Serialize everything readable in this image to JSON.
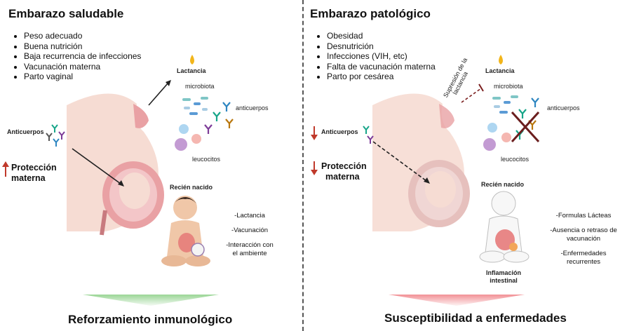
{
  "left": {
    "title": "Embarazo saludable",
    "bullets": [
      "Peso adecuado",
      "Buena nutrición",
      "Baja recurrencia de infecciones",
      "Vacunación materna",
      "Parto vaginal"
    ],
    "lactancia": "Lactancia",
    "microbiota": "microbiota",
    "anticuerpos_small": "anticuerpos",
    "leucocitos": "leucocitos",
    "anticuerpos_label": "Anticuerpos",
    "proteccion": [
      "Protección",
      "materna"
    ],
    "recien_nacido": "Recién nacido",
    "side_items": [
      "-Lactancia",
      "-Vacunación",
      "-Interacción con el ambiente"
    ],
    "footer": "Reforzamiento inmunológico"
  },
  "right": {
    "title": "Embarazo patológico",
    "bullets": [
      "Obesidad",
      "Desnutrición",
      "Infecciones (VIH, etc)",
      "Falta de vacunación materna",
      "Parto por cesárea"
    ],
    "supresion": [
      "Supresión de la",
      "lactancia"
    ],
    "lactancia": "Lactancia",
    "microbiota": "microbiota",
    "anticuerpos_small": "anticuerpos",
    "leucocitos": "leucocitos",
    "anticuerpos_label": "Anticuerpos",
    "proteccion": [
      "Protección",
      "materna"
    ],
    "recien_nacido": "Recién nacido",
    "side_items": [
      "-Formulas Lácteas",
      "-Ausencia o retraso de vacunación",
      "-Enfermedades recurrentes"
    ],
    "inflamacion": [
      "Inflamación",
      "intestinal"
    ],
    "footer": "Susceptibilidad a enfermedades"
  },
  "colors": {
    "good_arrow": "#8fd18a",
    "bad_arrow": "#f0858a",
    "red_arrow": "#c0392b",
    "skin": "#f6dcd3",
    "uterus": "#e9a1a4",
    "milk": "#f2b51a",
    "x_mark": "#6b1e1e"
  }
}
